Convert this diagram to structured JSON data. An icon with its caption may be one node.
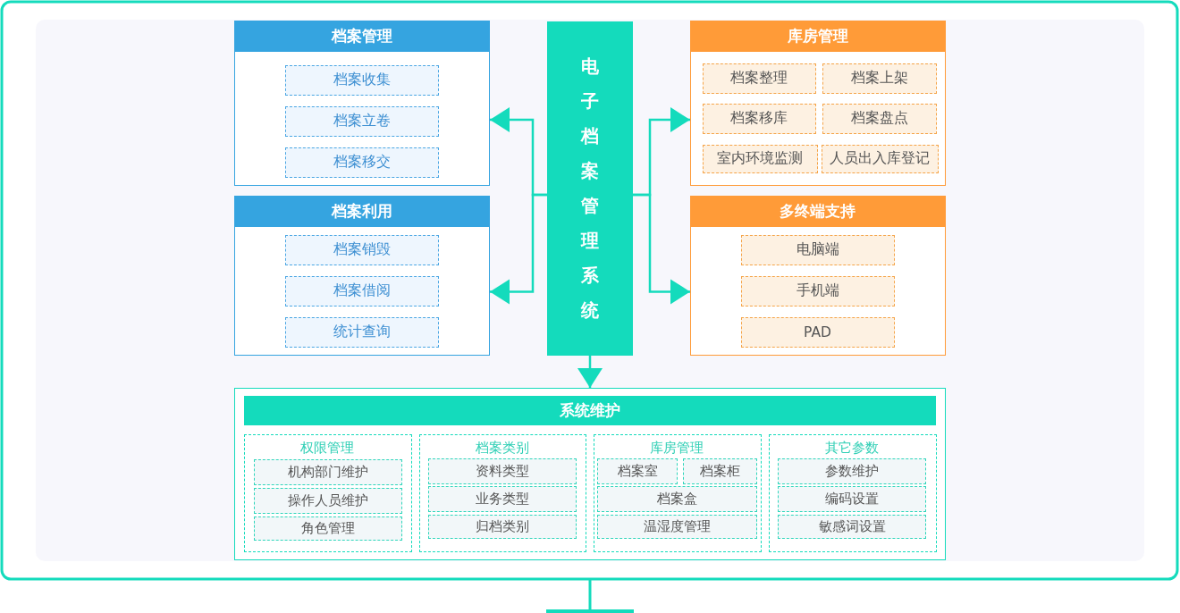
{
  "diagram": {
    "nodes": [
      {
        "text": [
          "电子档案管理系统"
        ]
      },
      {
        "text": [
          "档案管理"
        ]
      },
      {
        "text": [
          "档案收集"
        ],
        "in": 1
      },
      {
        "text": [
          "档案立卷"
        ],
        "in": 1
      },
      {
        "text": [
          "档案移交"
        ],
        "in": 1
      },
      {
        "text": [
          "档案利用"
        ]
      },
      {
        "text": [
          "档案销毁"
        ],
        "in": 5
      },
      {
        "text": [
          "档案借阅"
        ],
        "in": 5
      },
      {
        "text": [
          "统计查询"
        ],
        "in": 5
      },
      {
        "text": [
          "库房管理"
        ]
      },
      {
        "text": [
          "档案整理"
        ],
        "in": 9
      },
      {
        "text": [
          "档案上架"
        ],
        "in": 9
      },
      {
        "text": [
          "档案移库"
        ],
        "in": 9
      },
      {
        "text": [
          "档案盘点"
        ],
        "in": 9
      },
      {
        "text": [
          "室内环境监测"
        ],
        "in": 9
      },
      {
        "text": [
          "人员出入库登记"
        ],
        "in": 9
      },
      {
        "text": [
          "多终端支持"
        ]
      },
      {
        "text": [
          "电脑端"
        ],
        "in": 16
      },
      {
        "text": [
          "手机端"
        ],
        "in": 16
      },
      {
        "text": [
          "PAD"
        ],
        "in": 16
      },
      {
        "text": [
          "系统维护"
        ]
      },
      {
        "text": [
          "权限管理"
        ],
        "in": 20
      },
      {
        "text": [
          "机构部门维护"
        ],
        "in": 21
      },
      {
        "text": [
          "操作人员维护"
        ],
        "in": 21
      },
      {
        "text": [
          "角色管理"
        ],
        "in": 21
      },
      {
        "text": [
          "档案类别"
        ],
        "in": 20
      },
      {
        "text": [
          "资料类型"
        ],
        "in": 25
      },
      {
        "text": [
          "业务类型"
        ],
        "in": 25
      },
      {
        "text": [
          "归档类别"
        ],
        "in": 25
      },
      {
        "text": [
          "库房管理"
        ],
        "in": 20
      },
      {
        "text": [
          "档案室"
        ],
        "in": 29
      },
      {
        "text": [
          "档案柜"
        ],
        "in": 29
      },
      {
        "text": [
          "档案盒"
        ],
        "in": 29
      },
      {
        "text": [
          "温湿度管理"
        ],
        "in": 29
      },
      {
        "text": [
          "其它参数"
        ],
        "in": 20
      },
      {
        "text": [
          "参数维护"
        ],
        "in": 34
      },
      {
        "text": [
          "编码设置"
        ],
        "in": 34
      },
      {
        "text": [
          "敏感词设置"
        ],
        "in": 34
      }
    ],
    "edges": [
      {
        "from": 0,
        "to": 1,
        "arrow": "to"
      },
      {
        "from": 0,
        "to": 5,
        "arrow": "to"
      },
      {
        "from": 0,
        "to": 9,
        "arrow": "to"
      },
      {
        "from": 0,
        "to": 16,
        "arrow": "to"
      },
      {
        "from": 0,
        "to": 20,
        "arrow": "to"
      }
    ]
  }
}
